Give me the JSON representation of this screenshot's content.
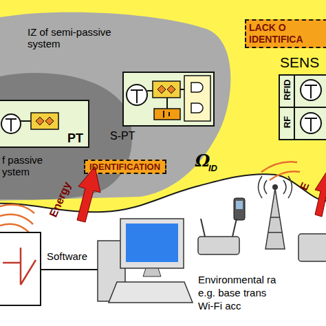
{
  "diagram": {
    "nodes": [
      {
        "text": [
          "Ω",
          "ID"
        ]
      },
      {
        "text": [
          "IZ of semi-passive system"
        ],
        "in": 0
      },
      {
        "text": [
          "f passive ystem"
        ],
        "in": 1
      },
      {
        "text": [
          "PT"
        ],
        "in": 2
      },
      {
        "text": [
          "S-PT"
        ],
        "in": 1
      },
      {
        "text": [
          "SENS"
        ],
        "in": 0
      },
      {
        "text": [
          "RFID"
        ],
        "in": 5
      },
      {
        "text": [
          "RF"
        ],
        "in": 5
      },
      {
        "text": [
          "IDENTIFICATION"
        ],
        "in": 0
      },
      {
        "text": [
          "LACK O IDENTIFICA"
        ],
        "in": 0
      }
    ],
    "labels": [
      "Energy",
      "E",
      "Software",
      "Environmental ra",
      "e.g. base trans",
      "Wi-Fi acc"
    ]
  }
}
